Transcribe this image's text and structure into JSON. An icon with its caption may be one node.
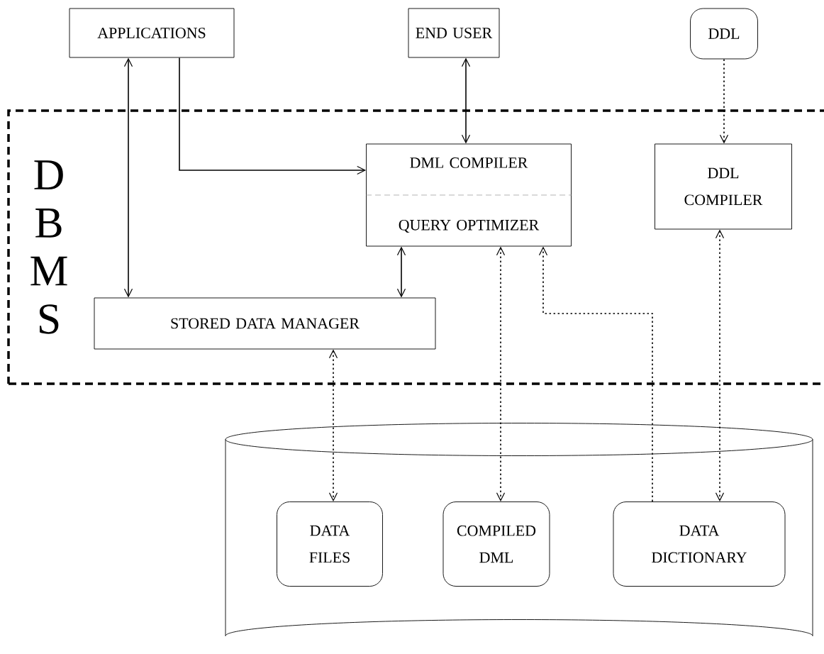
{
  "diagram": {
    "nodes": [
      {
        "text": [
          "APPLICATIONS"
        ]
      },
      {
        "text": [
          "END USER"
        ]
      },
      {
        "text": [
          "DDL"
        ]
      },
      {
        "text": [
          "D B M S"
        ]
      },
      {
        "text": [
          "DML COMPILER",
          "QUERY OPTIMIZER"
        ],
        "in": 3
      },
      {
        "text": [
          "DDL COMPILER"
        ],
        "in": 3
      },
      {
        "text": [
          "STORED DATA MANAGER"
        ],
        "in": 3
      },
      {
        "text": [],
        "shape": "cylinder"
      },
      {
        "text": [
          "DATA FILES"
        ],
        "in": 7
      },
      {
        "text": [
          "COMPILED DML"
        ],
        "in": 7
      },
      {
        "text": [
          "DATA DICTIONARY"
        ],
        "in": 7
      }
    ],
    "edges": [
      {
        "from": 0,
        "to": 6,
        "arrow": "both"
      },
      {
        "from": 0,
        "to": 4,
        "arrow": "to"
      },
      {
        "from": 1,
        "to": 4,
        "arrow": "both"
      },
      {
        "from": 2,
        "to": 5,
        "arrow": "to",
        "style": "dashed"
      },
      {
        "from": 4,
        "to": 6,
        "arrow": "both"
      },
      {
        "from": 6,
        "to": 8,
        "arrow": "both",
        "style": "dashed"
      },
      {
        "from": 4,
        "to": 9,
        "arrow": "both",
        "style": "dashed"
      },
      {
        "from": 10,
        "to": 4,
        "arrow": "to",
        "style": "dashed"
      },
      {
        "from": 5,
        "to": 10,
        "arrow": "both",
        "style": "dashed"
      }
    ]
  }
}
